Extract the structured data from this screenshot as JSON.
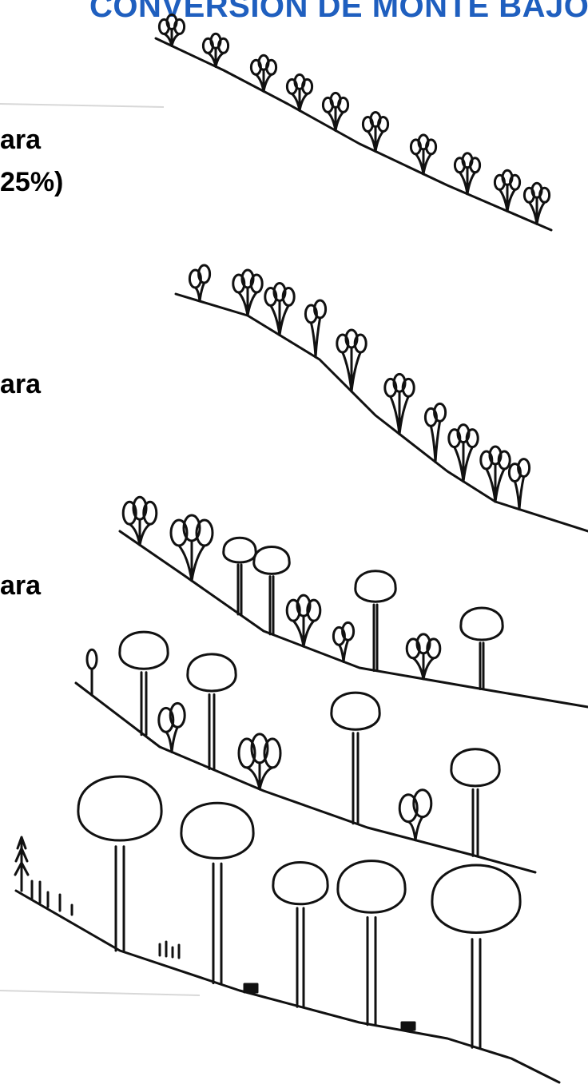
{
  "slide": {
    "title": "CONVERSIÓN DE MONTE BAJO",
    "title_color": "#1f5fbf",
    "text_fragments": [
      "ara",
      "25%)",
      "ara",
      "ara"
    ]
  },
  "drawing": {
    "subject": "hand-drawn sequence of five hillside strips showing coppice evolving into high forest",
    "stroke_color": "#111111"
  }
}
